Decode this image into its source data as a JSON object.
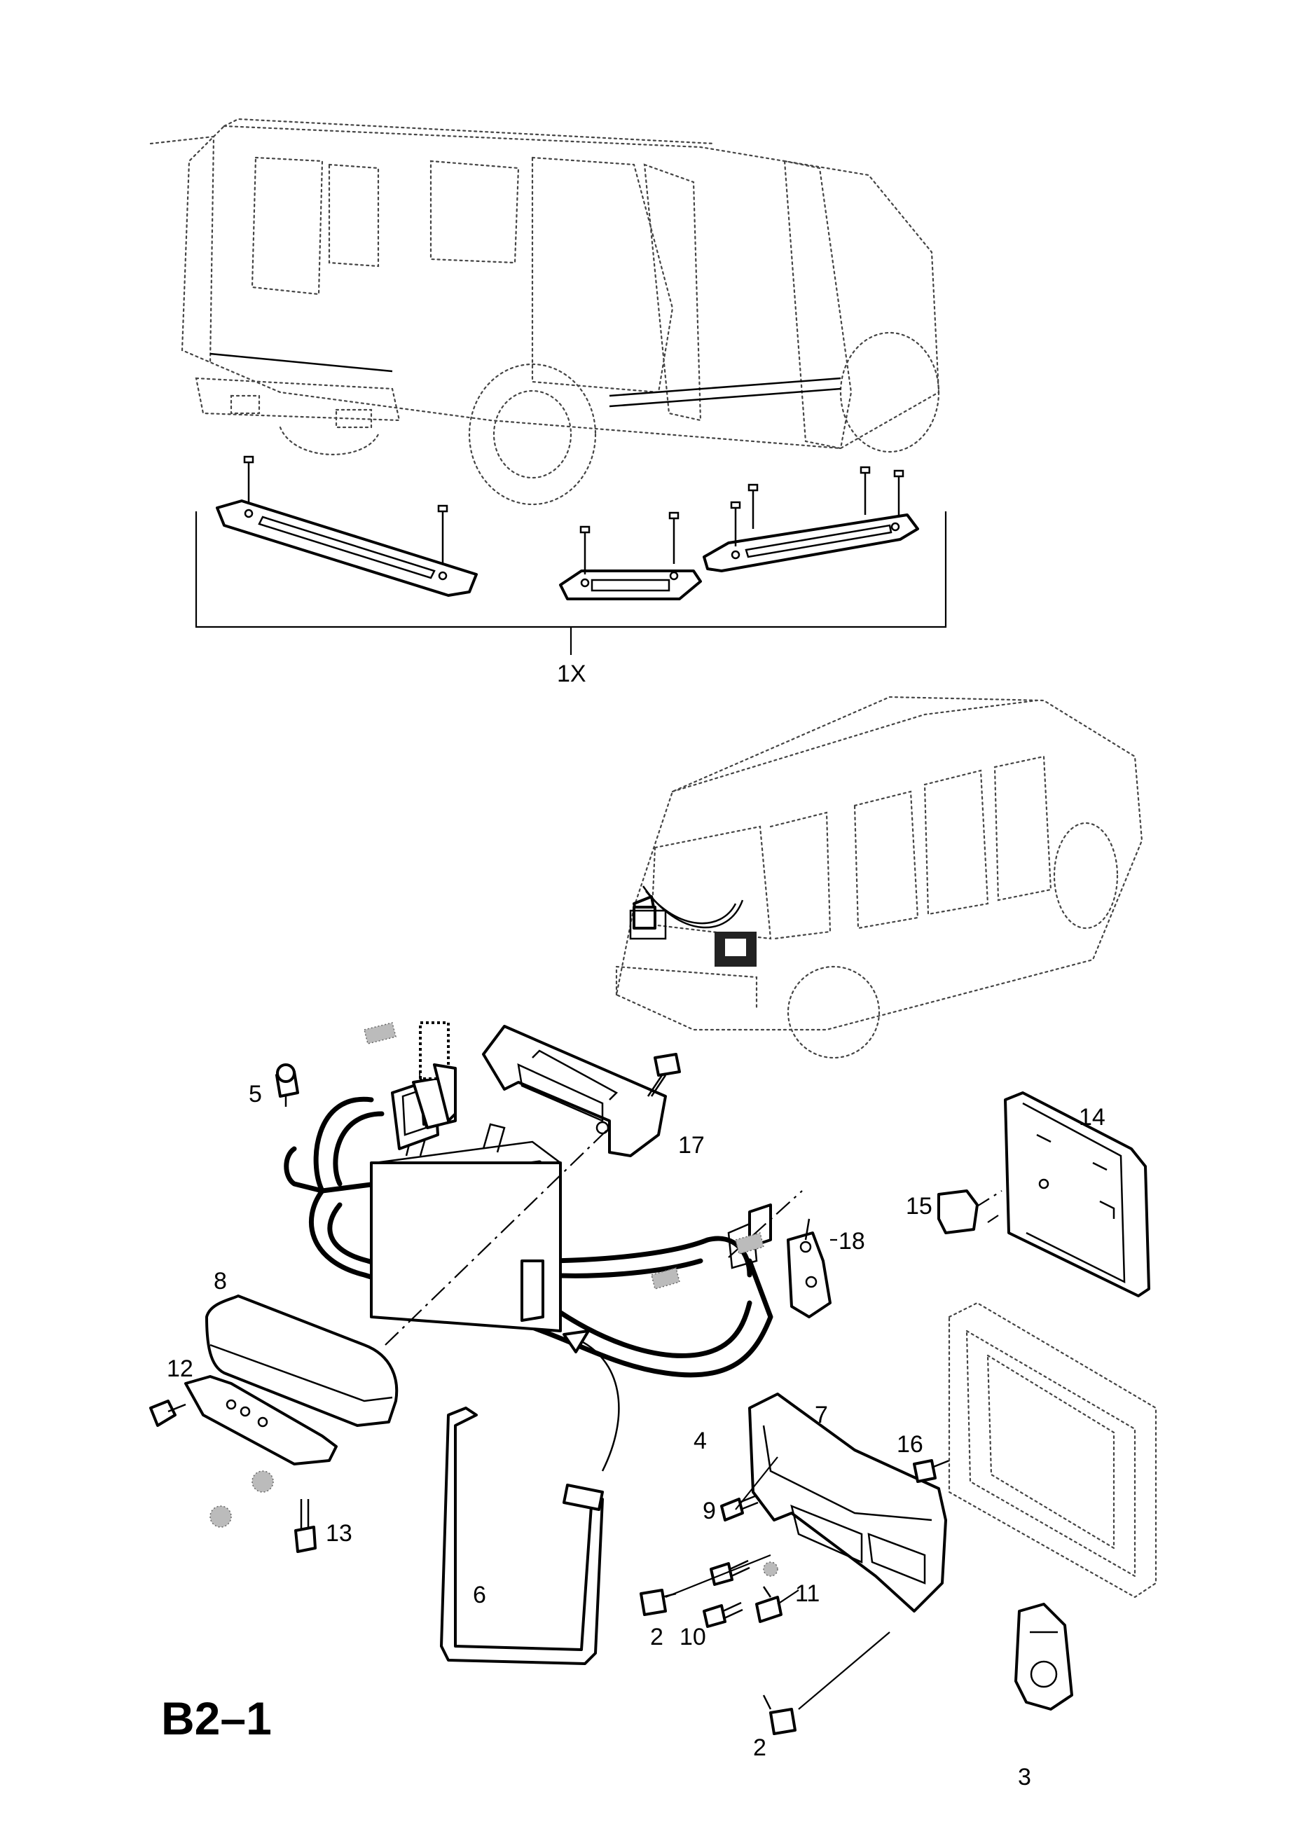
{
  "page_code": "B2–1",
  "callouts": [
    {
      "id": "c1x",
      "text": "1X"
    },
    {
      "id": "c2a",
      "text": "2"
    },
    {
      "id": "c2b",
      "text": "2"
    },
    {
      "id": "c3",
      "text": "3"
    },
    {
      "id": "c4",
      "text": "4"
    },
    {
      "id": "c5",
      "text": "5"
    },
    {
      "id": "c6",
      "text": "6"
    },
    {
      "id": "c7",
      "text": "7"
    },
    {
      "id": "c8",
      "text": "8"
    },
    {
      "id": "c9",
      "text": "9"
    },
    {
      "id": "c10",
      "text": "10"
    },
    {
      "id": "c11",
      "text": "11"
    },
    {
      "id": "c12",
      "text": "12"
    },
    {
      "id": "c13",
      "text": "13"
    },
    {
      "id": "c14",
      "text": "14"
    },
    {
      "id": "c15",
      "text": "15"
    },
    {
      "id": "c16",
      "text": "16"
    },
    {
      "id": "c17",
      "text": "17"
    },
    {
      "id": "c18",
      "text": "18"
    }
  ]
}
